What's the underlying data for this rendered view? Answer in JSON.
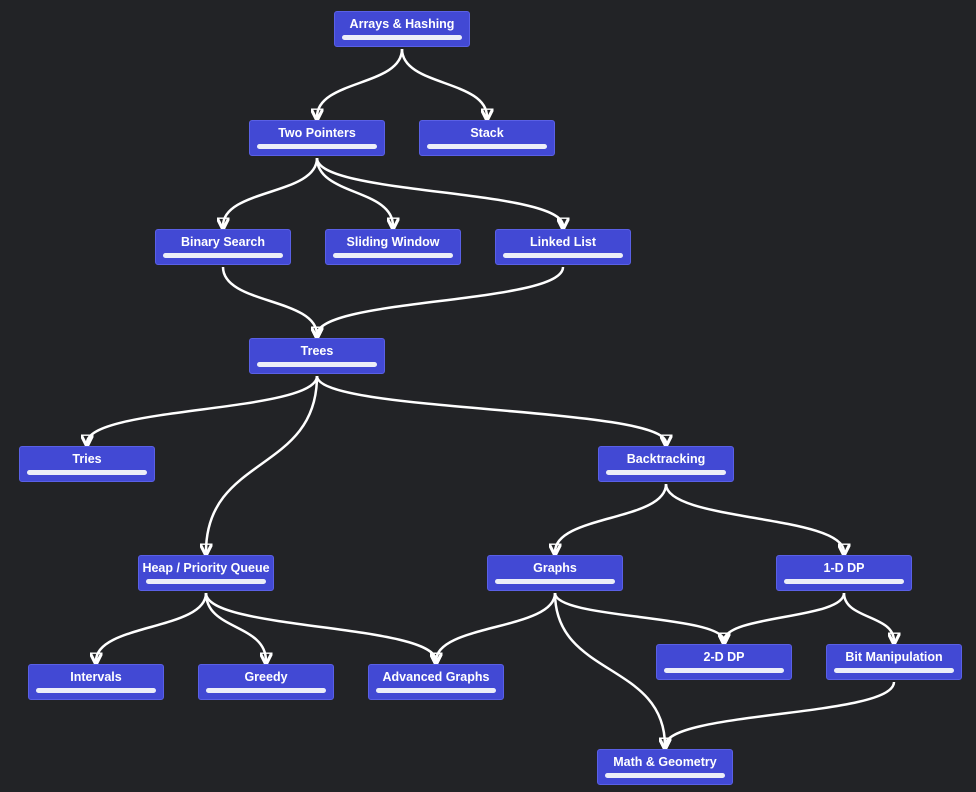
{
  "roadmap": {
    "nodes": [
      {
        "id": "arrays",
        "label": "Arrays & Hashing",
        "progress": 1.0
      },
      {
        "id": "twoptr",
        "label": "Two Pointers",
        "progress": 1.0
      },
      {
        "id": "stack",
        "label": "Stack",
        "progress": 1.0
      },
      {
        "id": "binsearch",
        "label": "Binary Search",
        "progress": 1.0
      },
      {
        "id": "sliding",
        "label": "Sliding Window",
        "progress": 1.0
      },
      {
        "id": "linked",
        "label": "Linked List",
        "progress": 1.0
      },
      {
        "id": "trees",
        "label": "Trees",
        "progress": 1.0
      },
      {
        "id": "tries",
        "label": "Tries",
        "progress": 1.0
      },
      {
        "id": "backtracking",
        "label": "Backtracking",
        "progress": 1.0
      },
      {
        "id": "heap",
        "label": "Heap / Priority Queue",
        "progress": 1.0
      },
      {
        "id": "graphs",
        "label": "Graphs",
        "progress": 1.0
      },
      {
        "id": "dp1",
        "label": "1-D DP",
        "progress": 1.0
      },
      {
        "id": "intervals",
        "label": "Intervals",
        "progress": 1.0
      },
      {
        "id": "greedy",
        "label": "Greedy",
        "progress": 1.0
      },
      {
        "id": "advgraphs",
        "label": "Advanced Graphs",
        "progress": 1.0
      },
      {
        "id": "dp2",
        "label": "2-D DP",
        "progress": 1.0
      },
      {
        "id": "bitmanip",
        "label": "Bit Manipulation",
        "progress": 1.0
      },
      {
        "id": "math",
        "label": "Math & Geometry",
        "progress": 1.0
      }
    ],
    "edges": [
      [
        "arrays",
        "twoptr"
      ],
      [
        "arrays",
        "stack"
      ],
      [
        "twoptr",
        "binsearch"
      ],
      [
        "twoptr",
        "sliding"
      ],
      [
        "twoptr",
        "linked"
      ],
      [
        "binsearch",
        "trees"
      ],
      [
        "linked",
        "trees"
      ],
      [
        "trees",
        "tries"
      ],
      [
        "trees",
        "backtracking"
      ],
      [
        "trees",
        "heap"
      ],
      [
        "backtracking",
        "graphs"
      ],
      [
        "backtracking",
        "dp1"
      ],
      [
        "heap",
        "intervals"
      ],
      [
        "heap",
        "greedy"
      ],
      [
        "heap",
        "advgraphs"
      ],
      [
        "graphs",
        "advgraphs"
      ],
      [
        "graphs",
        "dp2"
      ],
      [
        "graphs",
        "math"
      ],
      [
        "dp1",
        "dp2"
      ],
      [
        "dp1",
        "bitmanip"
      ],
      [
        "bitmanip",
        "math"
      ]
    ]
  },
  "colors": {
    "background": "#222326",
    "node_fill": "#4249d4",
    "node_border": "#5a60e6",
    "edge": "#ffffff",
    "progress_bar": "#eceef8"
  }
}
